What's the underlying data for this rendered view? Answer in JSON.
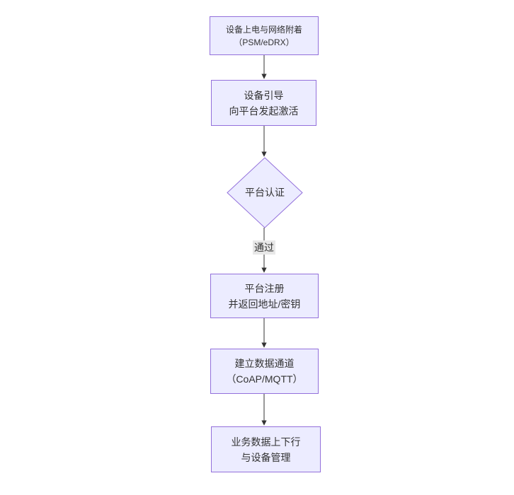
{
  "diagram": {
    "type": "flowchart-top-down",
    "colors": {
      "canvas_bg": "#ffffff",
      "node_fill": "#ECECFF",
      "node_border": "#9370DB",
      "edge_color": "#333333",
      "edge_label_bg": "#e8e8e8",
      "text_color": "#333333"
    },
    "nodes": [
      {
        "id": "A",
        "shape": "rect",
        "line1": "设备上电与网络附着",
        "line2": "（PSM/eDRX）"
      },
      {
        "id": "B",
        "shape": "rect",
        "line1": "设备引导",
        "line2": "向平台发起激活"
      },
      {
        "id": "C",
        "shape": "diamond",
        "line1": "平台认证",
        "line2": ""
      },
      {
        "id": "D",
        "shape": "rect",
        "line1": "平台注册",
        "line2": "并返回地址/密钥"
      },
      {
        "id": "E",
        "shape": "rect",
        "line1": "建立数据通道",
        "line2": "（CoAP/MQTT）"
      },
      {
        "id": "F",
        "shape": "rect",
        "line1": "业务数据上下行",
        "line2": "与设备管理"
      }
    ],
    "edges": [
      {
        "from": "A",
        "to": "B",
        "label": ""
      },
      {
        "from": "B",
        "to": "C",
        "label": ""
      },
      {
        "from": "C",
        "to": "D",
        "label": "通过"
      },
      {
        "from": "D",
        "to": "E",
        "label": ""
      },
      {
        "from": "E",
        "to": "F",
        "label": ""
      }
    ],
    "edge_label": "通过"
  }
}
